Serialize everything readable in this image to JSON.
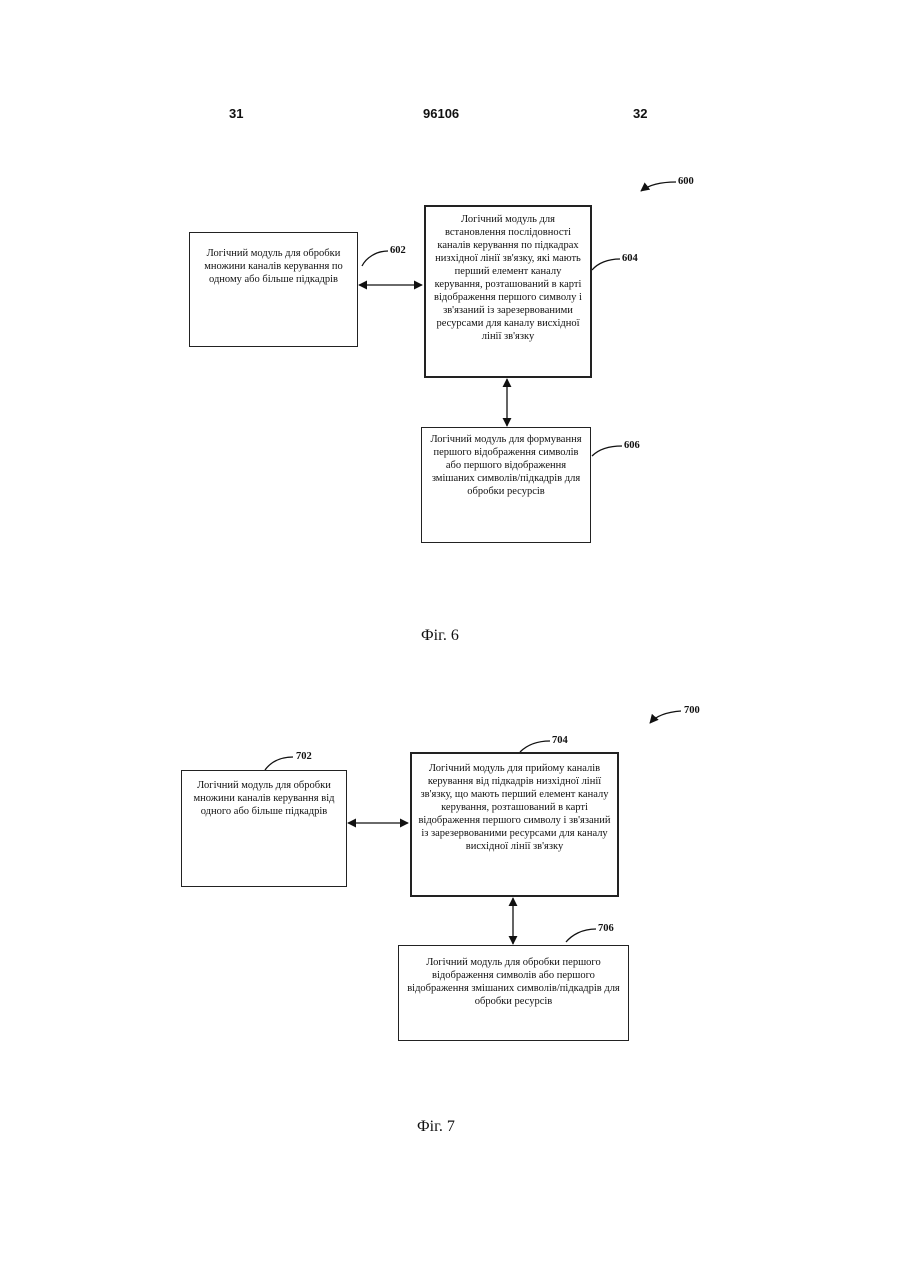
{
  "header": {
    "page_left": "31",
    "doc_number": "96106",
    "page_right": "32"
  },
  "figure6": {
    "caption": "Фіг. 6",
    "ref_main": "600",
    "box_602": {
      "ref": "602",
      "text": "Логічний модуль для обробки множини каналів керування по одному або більше підкадрів"
    },
    "box_604": {
      "ref": "604",
      "text": "Логічний модуль для встановлення послідовності каналів керування по підкадрах низхідної лінії зв'язку, які мають перший елемент каналу керування, розташований в карті відображення першого символу і зв'язаний із зарезервованими ресурсами для каналу висхідної лінії зв'язку"
    },
    "box_606": {
      "ref": "606",
      "text": "Логічний модуль для формування першого відображення символів або першого відображення змішаних символів/підкадрів для обробки ресурсів"
    }
  },
  "figure7": {
    "caption": "Фіг. 7",
    "ref_main": "700",
    "box_702": {
      "ref": "702",
      "text": "Логічний модуль для обробки множини каналів керування від одного або більше підкадрів"
    },
    "box_704": {
      "ref": "704",
      "text": "Логічний модуль для прийому каналів керування від підкадрів низхідної лінії зв'язку, що мають перший елемент каналу керування, розташований в карті відображення першого символу і зв'язаний із зарезервованими ресурсами для каналу висхідної лінії зв'язку"
    },
    "box_706": {
      "ref": "706",
      "text": "Логічний модуль для обробки першого відображення символів або першого відображення змішаних символів/підкадрів для обробки ресурсів"
    }
  }
}
